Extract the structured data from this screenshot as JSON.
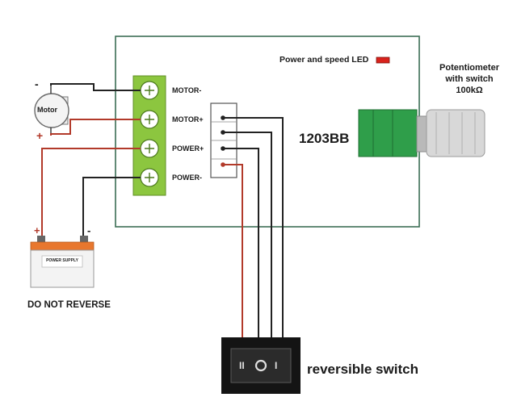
{
  "board": {
    "led_label": "Power and speed LED",
    "model": "1203BB",
    "terminals": [
      "MOTOR-",
      "MOTOR+",
      "POWER+",
      "POWER-"
    ]
  },
  "potentiometer": {
    "label_line1": "Potentiometer",
    "label_line2": "with switch",
    "label_line3": "100kΩ"
  },
  "motor": {
    "label": "Motor",
    "minus": "-",
    "plus": "+"
  },
  "battery": {
    "label": "POWER SUPPLY",
    "plus": "+",
    "minus": "-",
    "warning": "DO NOT REVERSE"
  },
  "switch": {
    "label": "reversible switch",
    "glyph_left": "II",
    "glyph_right": "I"
  },
  "colors": {
    "wire_red": "#b23a2a",
    "wire_black": "#222222",
    "terminal_green": "#8cc63f",
    "pot_green": "#2f9e4a",
    "battery_orange": "#e8772e",
    "led_red": "#d9221c"
  }
}
